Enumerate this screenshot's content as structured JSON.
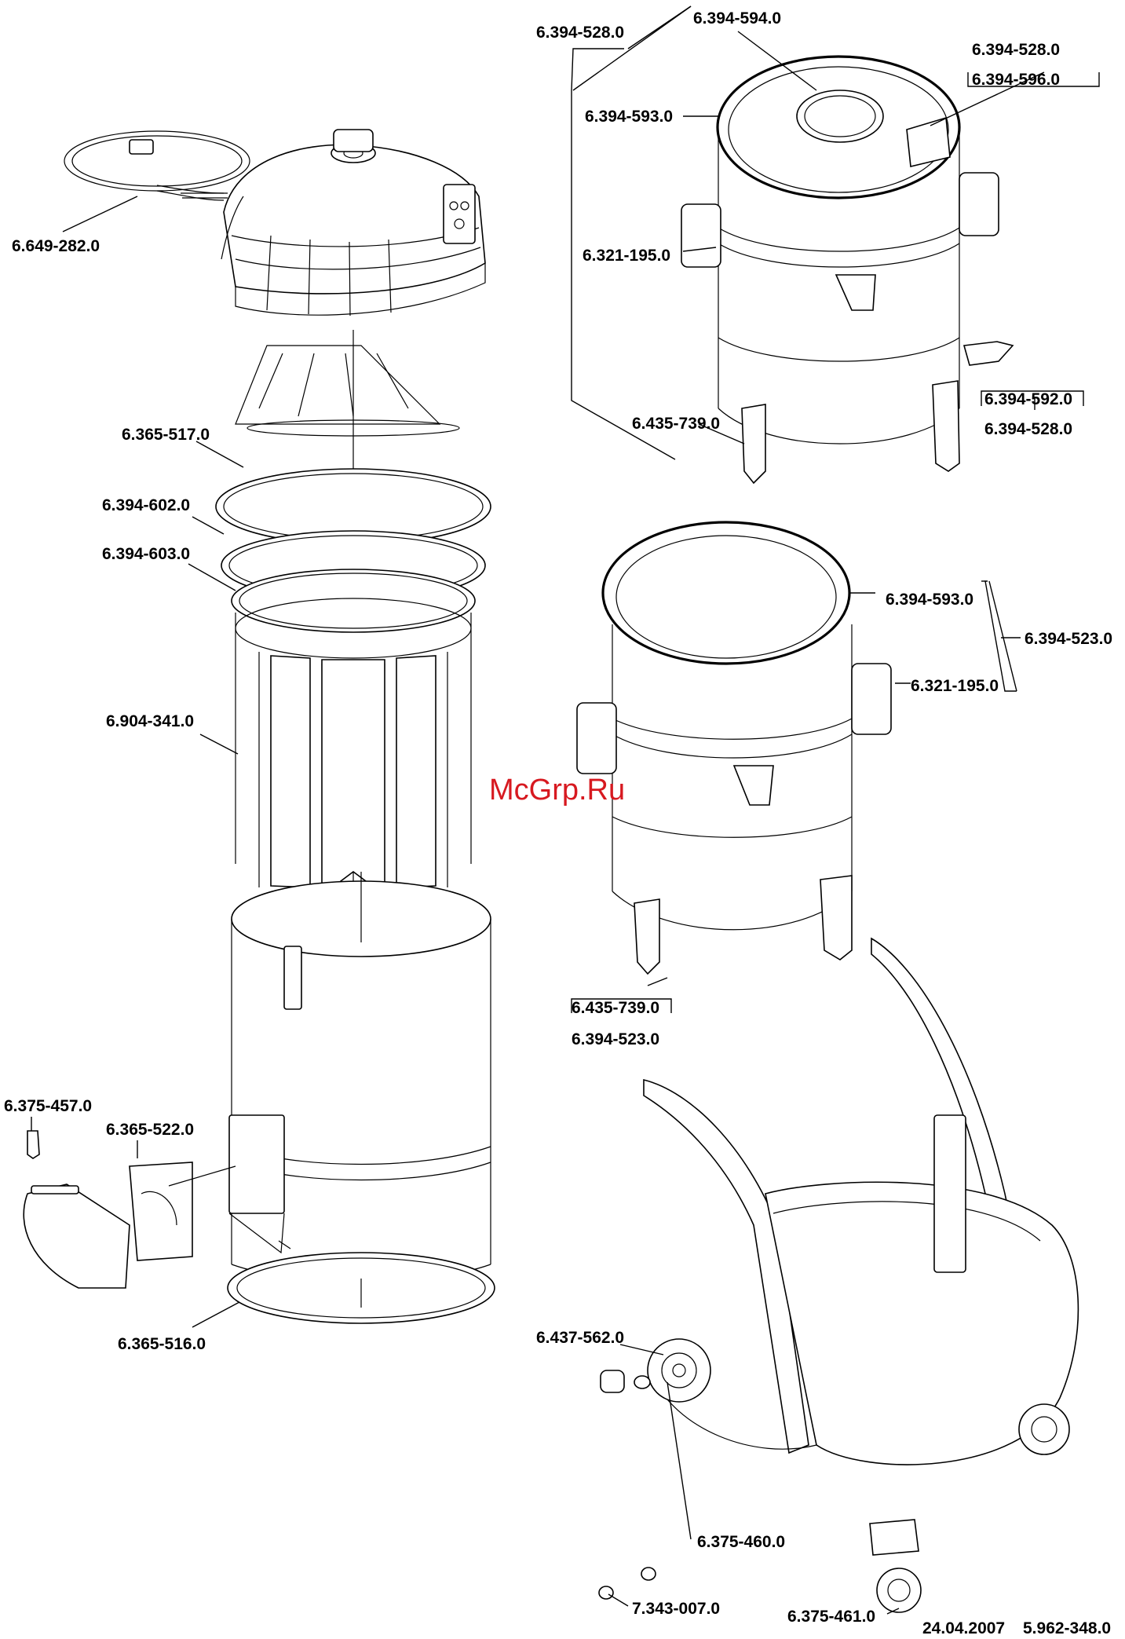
{
  "watermark": "McGrp.Ru",
  "footer": {
    "date": "24.04.2007",
    "doc_number": "5.962-348.0"
  },
  "labels": {
    "hose": "6.649-282.0",
    "cage_ring": "6.365-517.0",
    "seal_602": "6.394-602.0",
    "seal_603": "6.394-603.0",
    "filter_cage": "6.904-341.0",
    "plug": "6.375-457.0",
    "flap": "6.365-522.0",
    "base_ring": "6.365-516.0",
    "tank_assembly": "6.394-528.0",
    "top_seal": "6.394-594.0",
    "tank_seal_upper": "6.394-593.0",
    "tank_handle_upper": "6.321-195.0",
    "valve_ref": "6.394-528.0",
    "valve_part": "6.394-596.0",
    "caster_upper": "6.435-739.0",
    "drain": "6.394-592.0",
    "drain_ref": "6.394-528.0",
    "tank_seal_lower": "6.394-593.0",
    "tank_handle_lower": "6.321-195.0",
    "tank_lower_assembly": "6.394-523.0",
    "caster_lower": "6.435-739.0",
    "caster_lower_ref": "6.394-523.0",
    "axle": "6.437-562.0",
    "wheel": "6.375-460.0",
    "washer": "7.343-007.0",
    "swivel_caster": "6.375-461.0"
  }
}
